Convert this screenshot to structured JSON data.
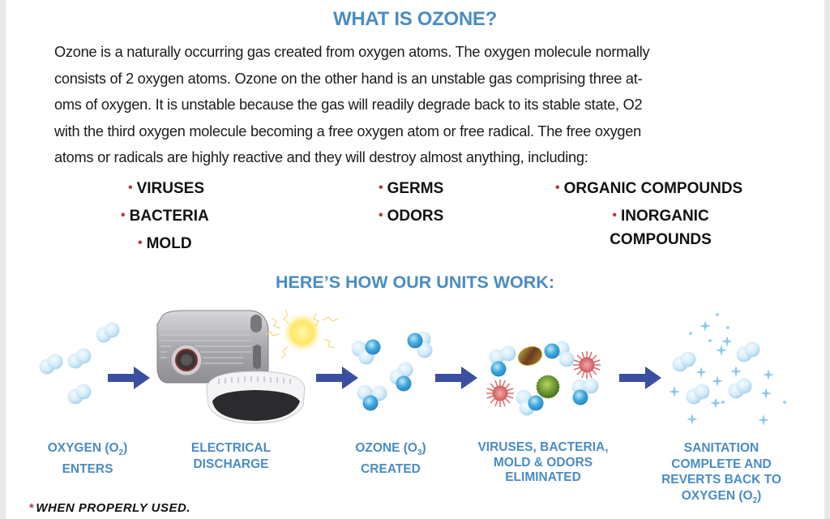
{
  "title": "WHAT IS OZONE?",
  "intro_lines": [
    "Ozone is a naturally occurring gas created from oxygen atoms. The oxygen molecule normally",
    "consists of 2 oxygen atoms. Ozone on the other hand is an unstable gas comprising three at-",
    "oms of oxygen. It is unstable because the gas will readily degrade back to its stable state, O2",
    "with the third oxygen molecule becoming a free oxygen atom or free radical. The free oxygen",
    "atoms or radicals are highly reactive and they will destroy almost anything, including:"
  ],
  "destroys_list": [
    {
      "label": "VIRUSES"
    },
    {
      "label": "BACTERIA"
    },
    {
      "label": "MOLD"
    },
    {
      "label": "GERMS"
    },
    {
      "label": "ODORS"
    },
    {
      "label": "ORGANIC COMPOUNDS"
    },
    {
      "label": "INORGANIC",
      "label2": "COMPOUNDS"
    }
  ],
  "bullet_glyph": "•",
  "how_title": "HERE’S HOW OUR UNITS WORK:",
  "steps": [
    {
      "line1_pre": "OXYGEN (O",
      "line1_sub": "2",
      "line1_post": ")",
      "line2": "ENTERS"
    },
    {
      "line1": "ELECTRICAL",
      "line2": "DISCHARGE"
    },
    {
      "line1_pre": "OZONE (O",
      "line1_sub": "3",
      "line1_post": ")",
      "line2": "CREATED"
    },
    {
      "line1": "VIRUSES, BACTERIA,",
      "line2": "MOLD & ODORS",
      "line3": "ELIMINATED"
    },
    {
      "line1": "SANITATION",
      "line2": "COMPLETE AND",
      "line3": "REVERTS BACK TO",
      "line4_pre": "OXYGEN (O",
      "line4_sub": "2",
      "line4_post": ")"
    }
  ],
  "footnote": {
    "asterisk": "*",
    "text": "WHEN PROPERLY USED."
  },
  "colors": {
    "heading_blue": "#4a8cc4",
    "arrow_blue": "#3a4fa0",
    "bullet_red": "#b23a48",
    "molecule_light": "#cfe7f7",
    "molecule_dark": "#3fa9dc"
  },
  "icons": [
    "oxygen-molecule-icon",
    "arrow-right-icon",
    "ozone-generator-unit-icon",
    "electric-spark-icon",
    "ozone-molecule-icon",
    "virus-icon",
    "bacteria-icon",
    "mold-spore-icon",
    "sparkle-icon"
  ]
}
